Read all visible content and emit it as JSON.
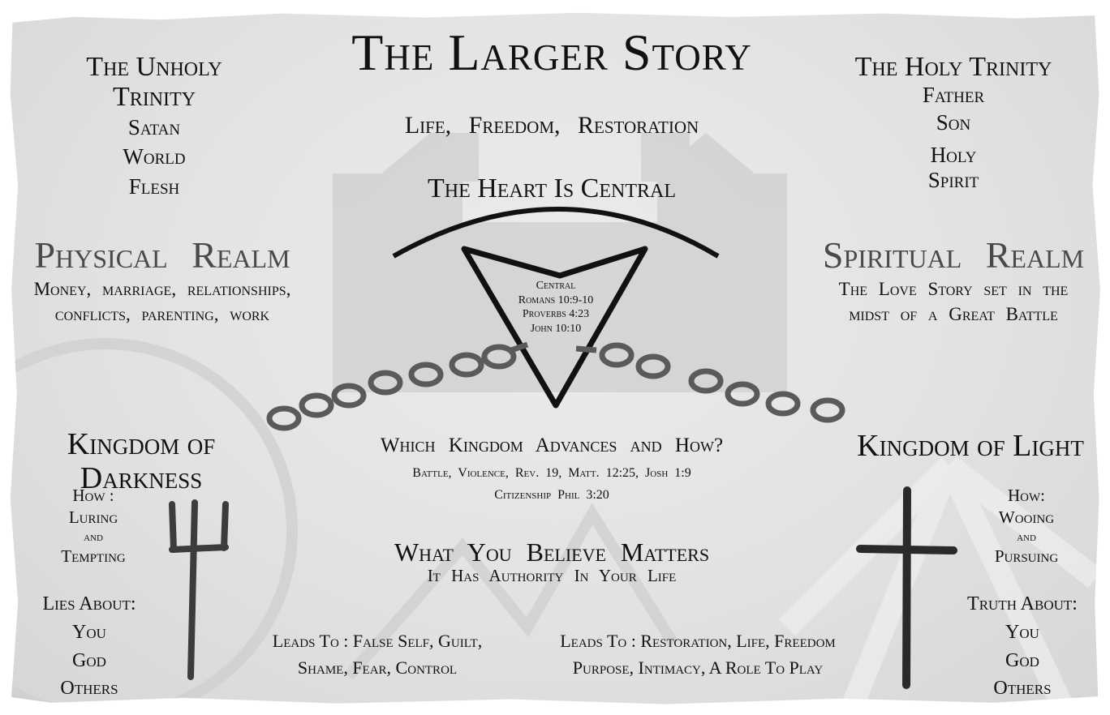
{
  "title": "The Larger Story",
  "subtitle": "Life, Freedom, Restoration",
  "heart": {
    "heading": "The Heart Is Central",
    "inner": [
      "Central",
      "Romans 10:9-10",
      "Proverbs 4:23",
      "John 10:10"
    ]
  },
  "unholy_trinity": {
    "heading": "The Unholy Trinity",
    "items": [
      "Satan",
      "World",
      "Flesh"
    ]
  },
  "holy_trinity": {
    "heading": "The Holy Trinity",
    "items": [
      "Father",
      "Son",
      "Holy",
      "Spirit"
    ]
  },
  "physical_realm": {
    "heading": "Physical Realm",
    "lines": [
      "Money, marriage, relationships,",
      "conflicts, parenting, work"
    ]
  },
  "spiritual_realm": {
    "heading": "Spiritual Realm",
    "lines": [
      "The Love Story set in the",
      "midst of a Great Battle"
    ]
  },
  "kingdom_darkness": {
    "heading": "Kingdom of Darkness",
    "how_label": "How :",
    "how": [
      "Luring",
      "and",
      "Tempting"
    ],
    "lies_label": "Lies About:",
    "lies": [
      "You",
      "God",
      "Others"
    ],
    "icon": "trident-icon"
  },
  "kingdom_light": {
    "heading": "Kingdom of Light",
    "how_label": "How:",
    "how": [
      "Wooing",
      "and",
      "Pursuing"
    ],
    "truth_label": "Truth About:",
    "truth": [
      "You",
      "God",
      "Others"
    ],
    "icon": "cross-icon"
  },
  "advance": {
    "heading": "Which Kingdom Advances and How?",
    "line1": "Battle, Violence, Rev. 19, Matt. 12:25, Josh 1:9",
    "line2": "Citizenship Phil 3:20"
  },
  "believe": {
    "heading": "What You Believe Matters",
    "sub": "It Has Authority In Your Life"
  },
  "leads_dark": {
    "line1": "Leads To : False Self, Guilt,",
    "line2": "Shame, Fear, Control"
  },
  "leads_light": {
    "line1": "Leads To : Restoration, Life, Freedom",
    "line2": "Purpose, Intimacy, A Role To Play"
  },
  "colors": {
    "parchment": "#e4e4e4",
    "ink": "#111111",
    "realm_heading": "#4a4a4a",
    "chain": "#5a5a5a",
    "castle_watermark": "#cfcfcf"
  }
}
